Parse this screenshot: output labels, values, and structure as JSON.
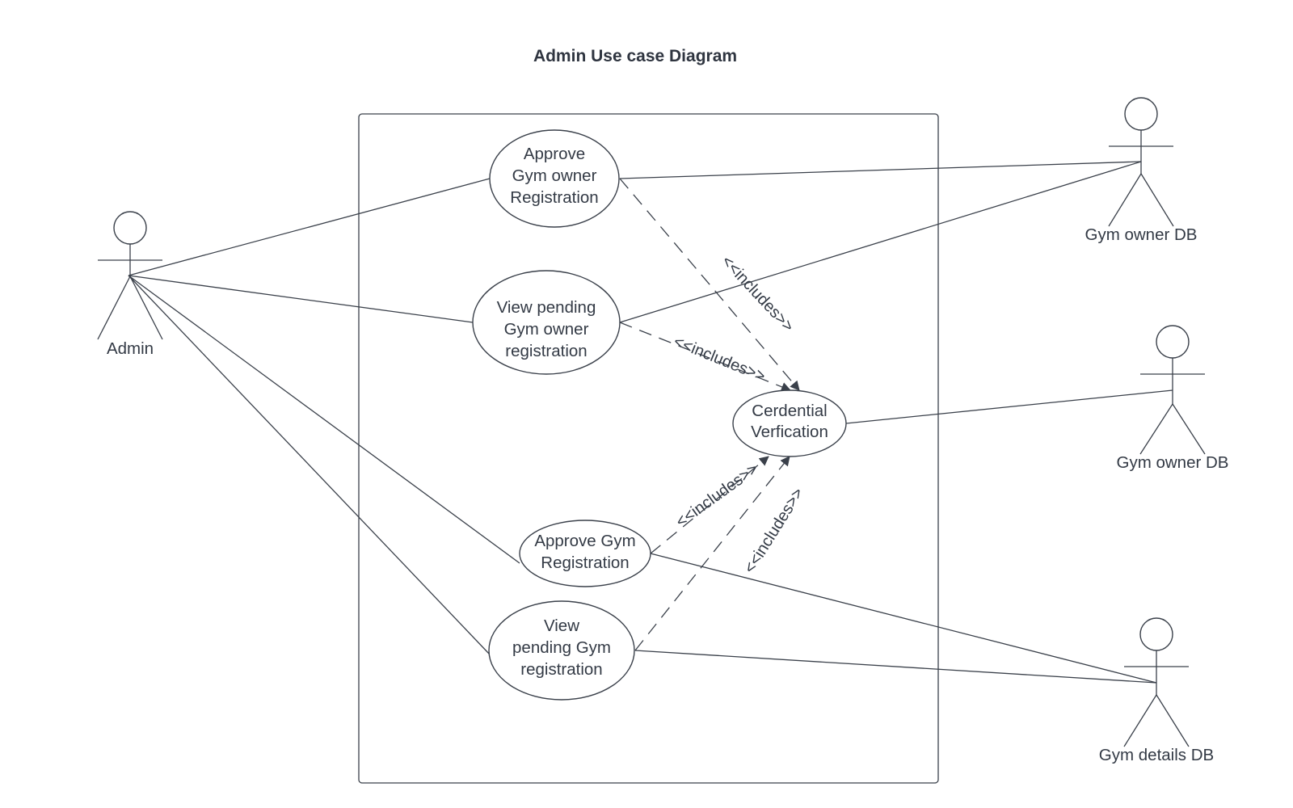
{
  "title": "Admin Use case Diagram",
  "actors": {
    "admin": "Admin",
    "gym_owner_db_top": "Gym owner DB",
    "gym_owner_db_middle": "Gym owner DB",
    "gym_details_db": "Gym details DB"
  },
  "use_cases": {
    "approve_gym_owner_registration": [
      "Approve",
      "Gym owner",
      "Registration"
    ],
    "view_pending_gym_owner_registration": [
      "View pending",
      "Gym owner",
      "registration"
    ],
    "credential_verification": [
      "Cerdential",
      "Verfication"
    ],
    "approve_gym_registration": [
      "Approve Gym",
      "Registration"
    ],
    "view_pending_gym_registration": [
      "View",
      "pending Gym",
      "registration"
    ]
  },
  "relationships": {
    "include_label": "<<includes>>"
  }
}
